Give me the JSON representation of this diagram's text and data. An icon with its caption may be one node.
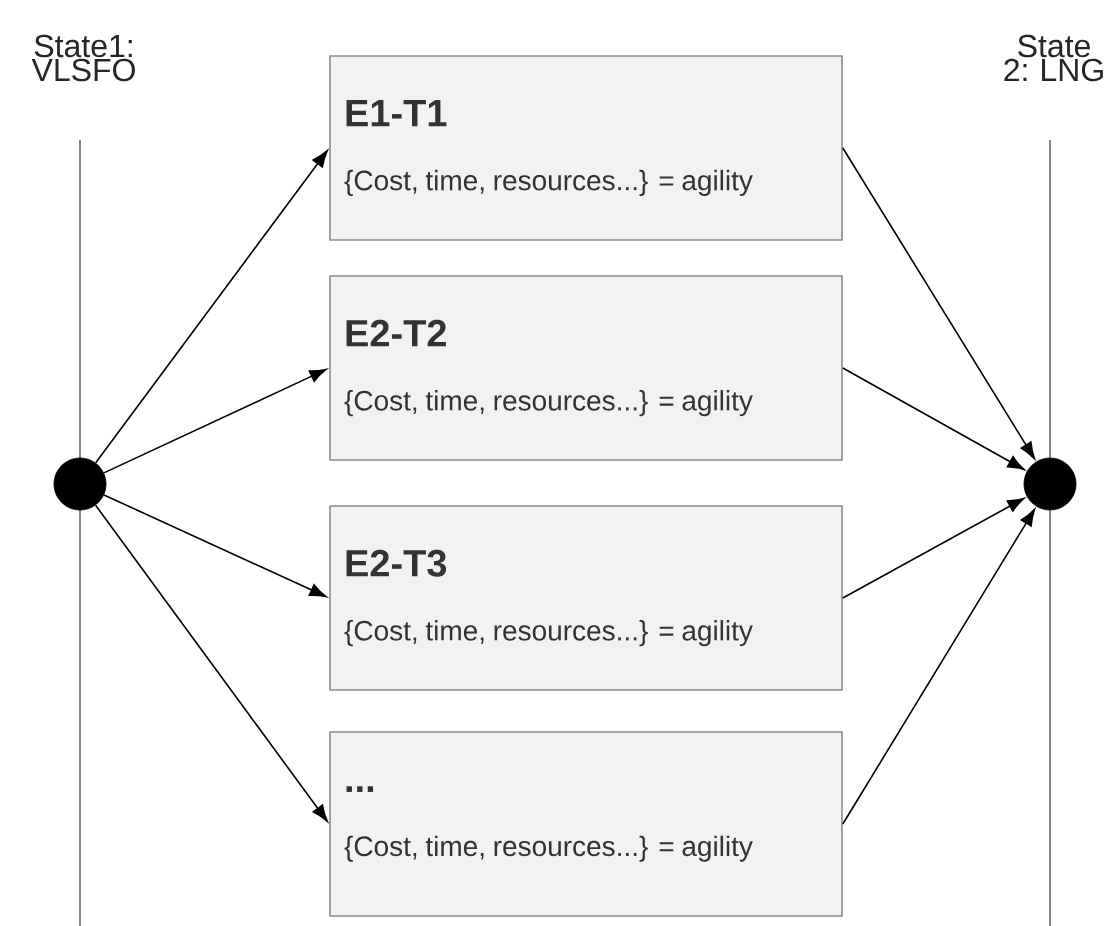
{
  "diagram": {
    "nodes": [
      {
        "text": [],
        "shape": "circle"
      },
      {
        "text": [
          "E1-T1",
          "{Cost, time, resources...} = agility"
        ]
      },
      {
        "text": [
          "E2-T2",
          "{Cost, time, resources...} = agility"
        ]
      },
      {
        "text": [
          "E2-T3",
          "{Cost, time, resources...} = agility"
        ]
      },
      {
        "text": [
          "...",
          "{Cost, time, resources...} = agility"
        ]
      },
      {
        "text": [],
        "shape": "circle"
      }
    ],
    "edges": [
      {
        "from": 0,
        "to": 1,
        "arrow": "to"
      },
      {
        "from": 0,
        "to": 2,
        "arrow": "to"
      },
      {
        "from": 0,
        "to": 3,
        "arrow": "to"
      },
      {
        "from": 0,
        "to": 4,
        "arrow": "to"
      },
      {
        "from": 1,
        "to": 5,
        "arrow": "to"
      },
      {
        "from": 2,
        "to": 5,
        "arrow": "to"
      },
      {
        "from": 3,
        "to": 5,
        "arrow": "to"
      },
      {
        "from": 4,
        "to": 5,
        "arrow": "to"
      }
    ],
    "labels": [
      "State1: VLSFO",
      "State 2: LNG"
    ]
  }
}
